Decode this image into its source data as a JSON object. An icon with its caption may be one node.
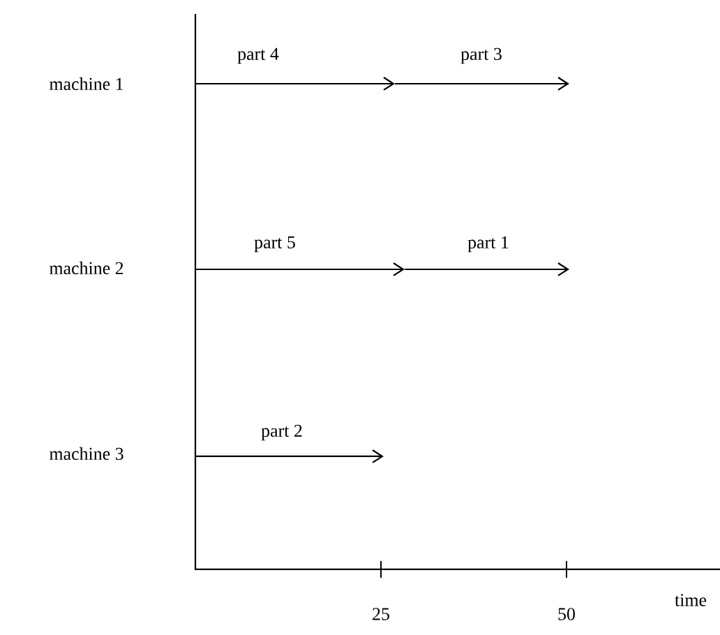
{
  "diagram": {
    "labels": [
      "part 4",
      "part 3",
      "machine 1",
      "part 5",
      "part 1",
      "machine 2",
      "part 2",
      "machine 3",
      "25",
      "50",
      "time"
    ]
  }
}
